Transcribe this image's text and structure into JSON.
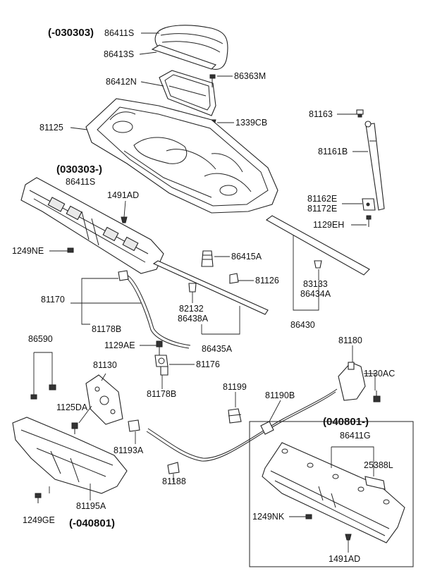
{
  "labels": {
    "l_030303_pre": "(-030303)",
    "l_86411S_a": "86411S",
    "l_86413S": "86413S",
    "l_86412N": "86412N",
    "l_86363M": "86363M",
    "l_1339CB": "1339CB",
    "l_81125": "81125",
    "l_81163": "81163",
    "l_81161B": "81161B",
    "l_030303_post": "(030303-)",
    "l_86411S_b": "86411S",
    "l_1491AD_a": "1491AD",
    "l_81162E": "81162E",
    "l_81172E": "81172E",
    "l_1129EH": "1129EH",
    "l_1249NE": "1249NE",
    "l_86415A": "86415A",
    "l_81126": "81126",
    "l_83133": "83133",
    "l_86434A": "86434A",
    "l_81170": "81170",
    "l_82132": "82132",
    "l_86438A": "86438A",
    "l_86430": "86430",
    "l_81178B_a": "81178B",
    "l_86590": "86590",
    "l_1129AE": "1129AE",
    "l_86435A": "86435A",
    "l_81180": "81180",
    "l_81130": "81130",
    "l_81176": "81176",
    "l_1130AC": "1130AC",
    "l_81178B_b": "81178B",
    "l_81199": "81199",
    "l_81190B": "81190B",
    "l_1125DA": "1125DA",
    "l_040801_post": "(040801-)",
    "l_86411G": "86411G",
    "l_81193A": "81193A",
    "l_25388L": "25388L",
    "l_81188": "81188",
    "l_81195A": "81195A",
    "l_1249GE": "1249GE",
    "l_040801_pre": "(-040801)",
    "l_1249NK": "1249NK",
    "l_1491AD_b": "1491AD"
  }
}
